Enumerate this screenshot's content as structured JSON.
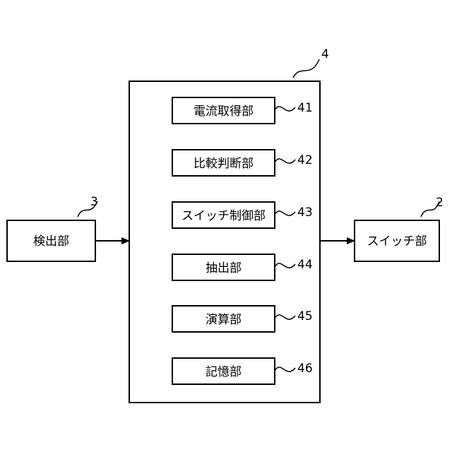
{
  "controller": {
    "ref": "4"
  },
  "detector": {
    "label": "検出部",
    "ref": "3"
  },
  "switch_unit": {
    "label": "スイッチ部",
    "ref": "2"
  },
  "modules": [
    {
      "label": "電流取得部",
      "ref": "41"
    },
    {
      "label": "比較判断部",
      "ref": "42"
    },
    {
      "label": "スイッチ制御部",
      "ref": "43"
    },
    {
      "label": "抽出部",
      "ref": "44"
    },
    {
      "label": "演算部",
      "ref": "45"
    },
    {
      "label": "記憶部",
      "ref": "46"
    }
  ]
}
